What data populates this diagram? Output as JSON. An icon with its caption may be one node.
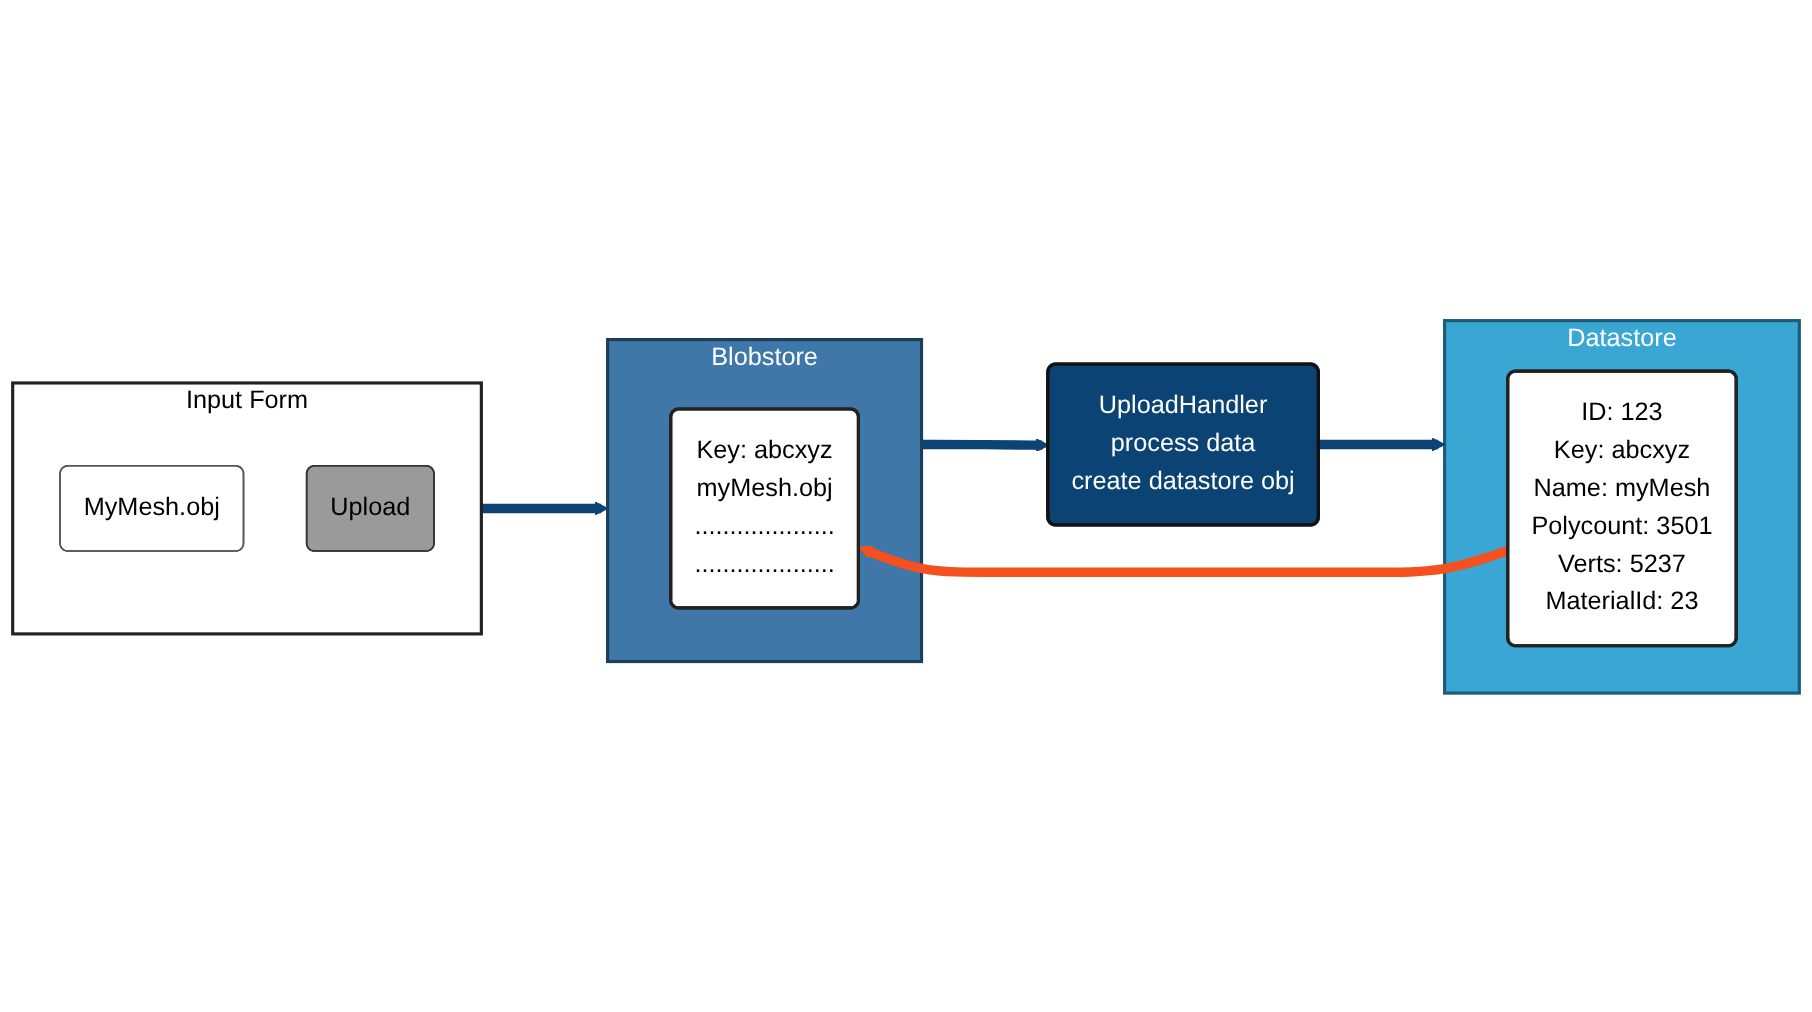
{
  "diagram": {
    "nodes": [
      {
        "text": [
          "Input Form"
        ]
      },
      {
        "text": [
          "MyMesh.obj"
        ],
        "in": 0
      },
      {
        "text": [
          "Upload"
        ],
        "in": 0
      },
      {
        "text": [
          "Blobstore"
        ]
      },
      {
        "text": [
          "Key: abcxyz",
          "myMesh.obj",
          "....................",
          "...................."
        ],
        "in": 3
      },
      {
        "text": [
          "Datastore"
        ]
      },
      {
        "text": [
          "ID: 123",
          "Key: abcxyz",
          "Name: myMesh",
          "Polycount: 3501",
          "Verts: 5237",
          "MaterialId: 23"
        ],
        "in": 5
      },
      {
        "text": [
          "UploadHandler",
          "process data",
          "create datastore obj"
        ]
      }
    ],
    "edges": [
      {
        "from": 0,
        "to": 3,
        "arrow": "to"
      },
      {
        "from": 6,
        "to": 4,
        "arrow": "to",
        "color": "#f4511e"
      },
      {
        "from": 3,
        "to": 7,
        "arrow": "to"
      },
      {
        "from": 7,
        "to": 5,
        "arrow": "to"
      }
    ]
  }
}
